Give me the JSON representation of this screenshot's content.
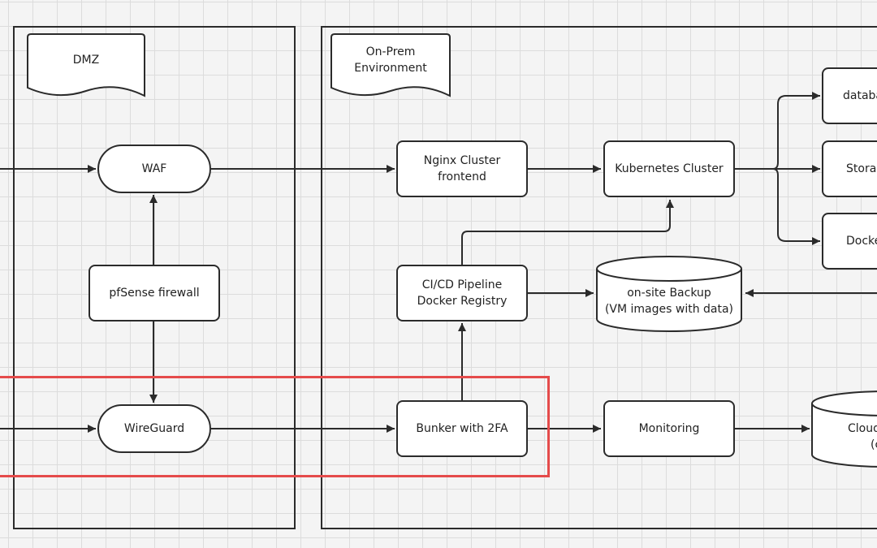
{
  "diagram": {
    "zones": {
      "dmz": {
        "label": "DMZ"
      },
      "onprem": {
        "label_lines": [
          "On-Prem",
          "Environment"
        ]
      }
    },
    "nodes": {
      "waf": {
        "label": "WAF"
      },
      "pfsense": {
        "label": "pfSense firewall"
      },
      "wireguard": {
        "label": "WireGuard"
      },
      "nginx": {
        "label_lines": [
          "Nginx Cluster",
          "frontend"
        ]
      },
      "kubernetes": {
        "label": "Kubernetes Cluster"
      },
      "cicd": {
        "label_lines": [
          "CI/CD Pipeline",
          "Docker Registry"
        ]
      },
      "backup": {
        "label_lines": [
          "on-site Backup",
          "(VM images with data)"
        ]
      },
      "bunker": {
        "label": "Bunker with 2FA"
      },
      "monitoring": {
        "label": "Monitoring"
      },
      "database": {
        "label": "databa"
      },
      "storage": {
        "label": "Storag"
      },
      "docker": {
        "label": "Docke"
      },
      "cloud": {
        "label_lines": [
          "Cloud",
          "(c"
        ]
      }
    },
    "colors": {
      "stroke": "#2b2b2b",
      "highlight": "#e54b4b",
      "node_fill": "#ffffff",
      "canvas": "#f4f4f4",
      "grid": "#dcdcdc"
    }
  }
}
